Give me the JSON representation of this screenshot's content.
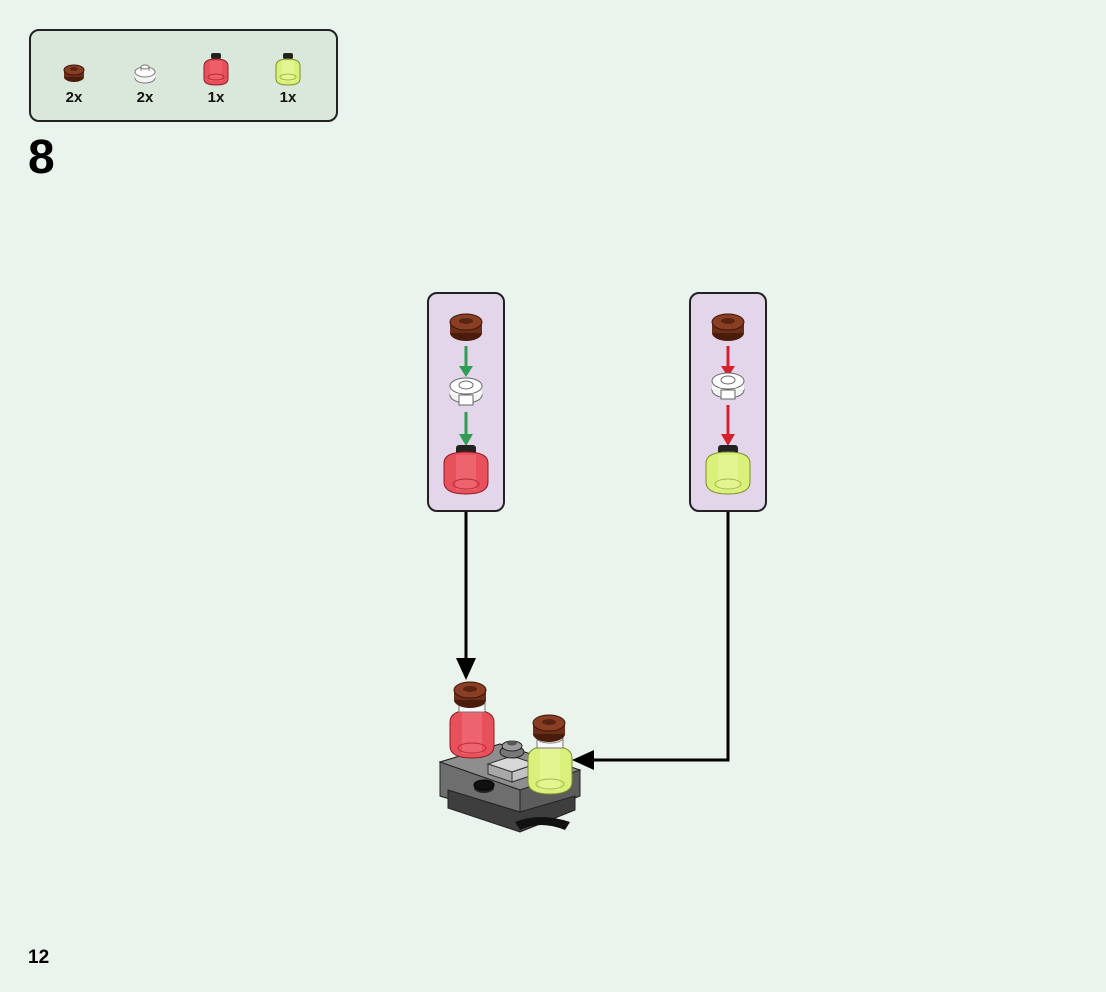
{
  "step": {
    "number": "8"
  },
  "page": {
    "number": "12"
  },
  "parts_list": [
    {
      "name": "brown-round-plate",
      "qty": "2x",
      "color": "#6b2e1a"
    },
    {
      "name": "transparent-clear-round-plate",
      "qty": "2x",
      "color": "#f4f4f4"
    },
    {
      "name": "transparent-red-bottle",
      "qty": "1x",
      "color": "#e8505b"
    },
    {
      "name": "transparent-lime-bottle",
      "qty": "1x",
      "color": "#d9f07a"
    }
  ],
  "colors": {
    "background": "#eaf4ec",
    "parts_box": "#d9e8db",
    "subassembly_box": "#e3d6ea",
    "arrow_green": "#2e9e53",
    "arrow_red": "#d3222e"
  }
}
